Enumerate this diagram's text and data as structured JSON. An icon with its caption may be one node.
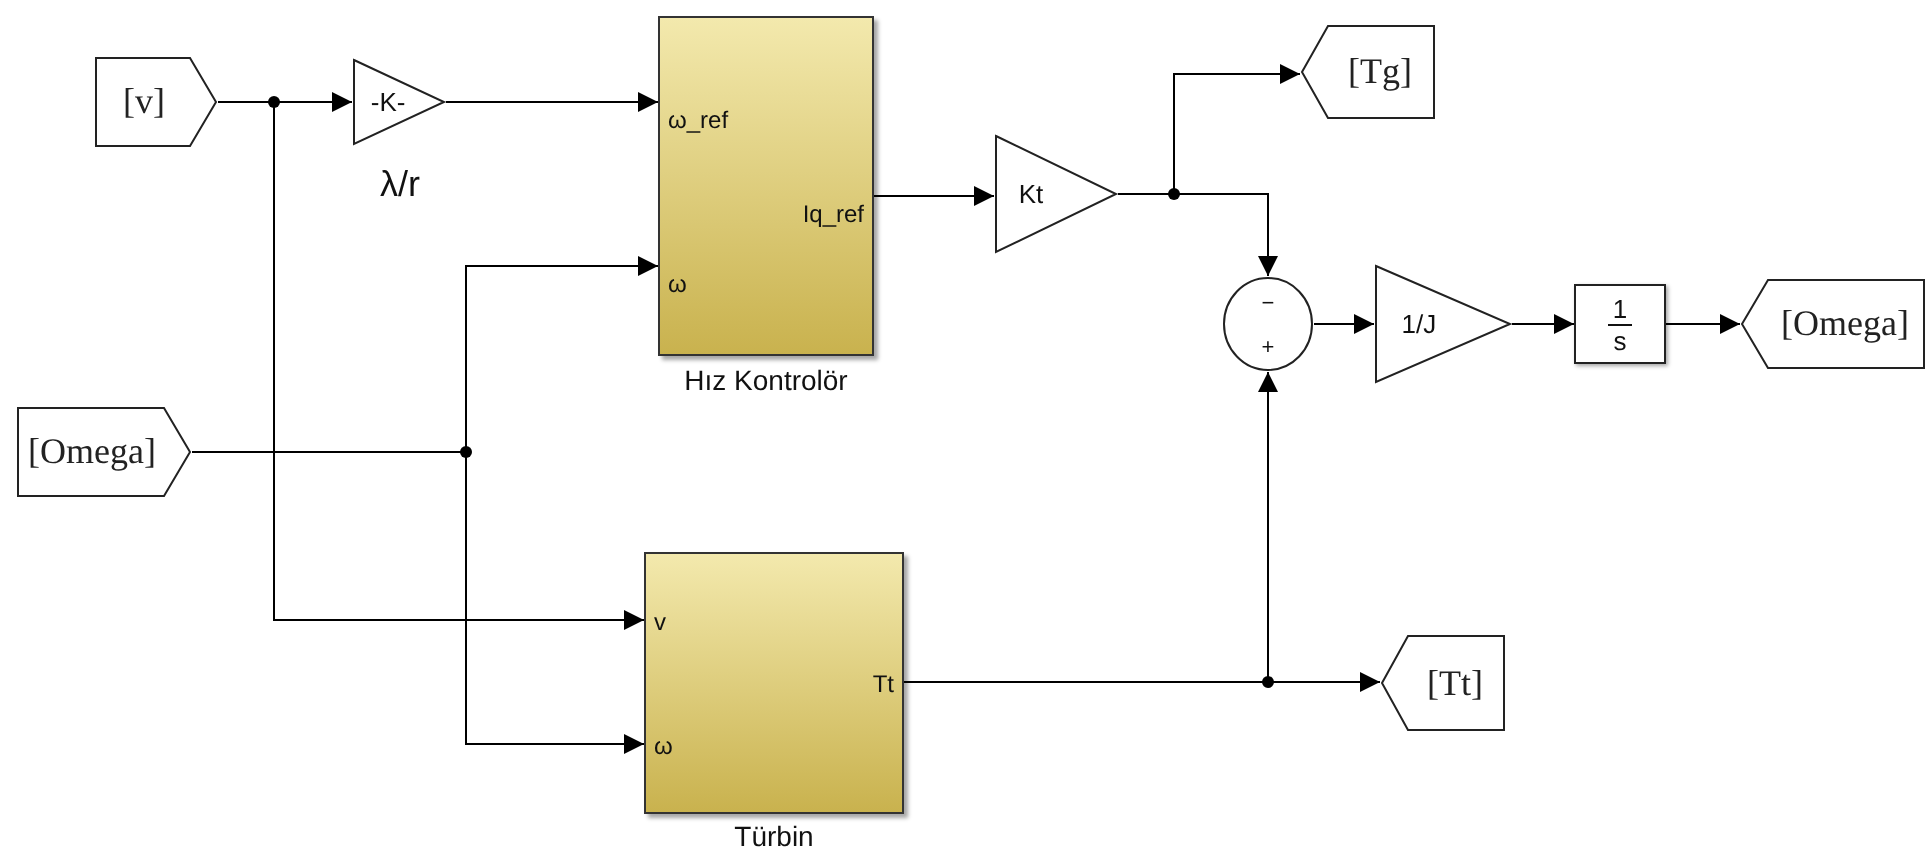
{
  "diagram": {
    "nodes": [
      {
        "text": [
          "[v]"
        ]
      },
      {
        "text": [
          "-K-"
        ],
        "beside": [
          "λ/r"
        ]
      },
      {
        "text": [
          "ω_ref",
          "ω",
          "Iq_ref"
        ],
        "beside": [
          "Hız Kontrolör"
        ]
      },
      {
        "text": [
          "Kt"
        ]
      },
      {
        "text": [
          "[Tg]"
        ]
      },
      {
        "text": [
          "−",
          "+"
        ]
      },
      {
        "text": [
          "1/J"
        ]
      },
      {
        "text": [
          "1",
          "s"
        ]
      },
      {
        "text": [
          "[Omega]"
        ]
      },
      {
        "text": [
          "[Omega]"
        ]
      },
      {
        "text": [
          "v",
          "ω",
          "Tt"
        ],
        "beside": [
          "Türbin"
        ]
      },
      {
        "text": [
          "[Tt]"
        ]
      }
    ],
    "edges": [
      {
        "from": 0,
        "to": 1,
        "arrow": "to"
      },
      {
        "from": 0,
        "to": 10,
        "arrow": "to"
      },
      {
        "from": 1,
        "to": 2,
        "arrow": "to"
      },
      {
        "from": 9,
        "to": 2,
        "arrow": "to"
      },
      {
        "from": 9,
        "to": 10,
        "arrow": "to"
      },
      {
        "from": 2,
        "to": 3,
        "arrow": "to"
      },
      {
        "from": 3,
        "to": 4,
        "arrow": "to"
      },
      {
        "from": 3,
        "to": 5,
        "arrow": "to"
      },
      {
        "from": 10,
        "to": 5,
        "arrow": "to"
      },
      {
        "from": 10,
        "to": 11,
        "arrow": "to"
      },
      {
        "from": 5,
        "to": 6,
        "arrow": "to"
      },
      {
        "from": 6,
        "to": 7,
        "arrow": "to"
      },
      {
        "from": 7,
        "to": 8,
        "arrow": "to"
      }
    ]
  }
}
